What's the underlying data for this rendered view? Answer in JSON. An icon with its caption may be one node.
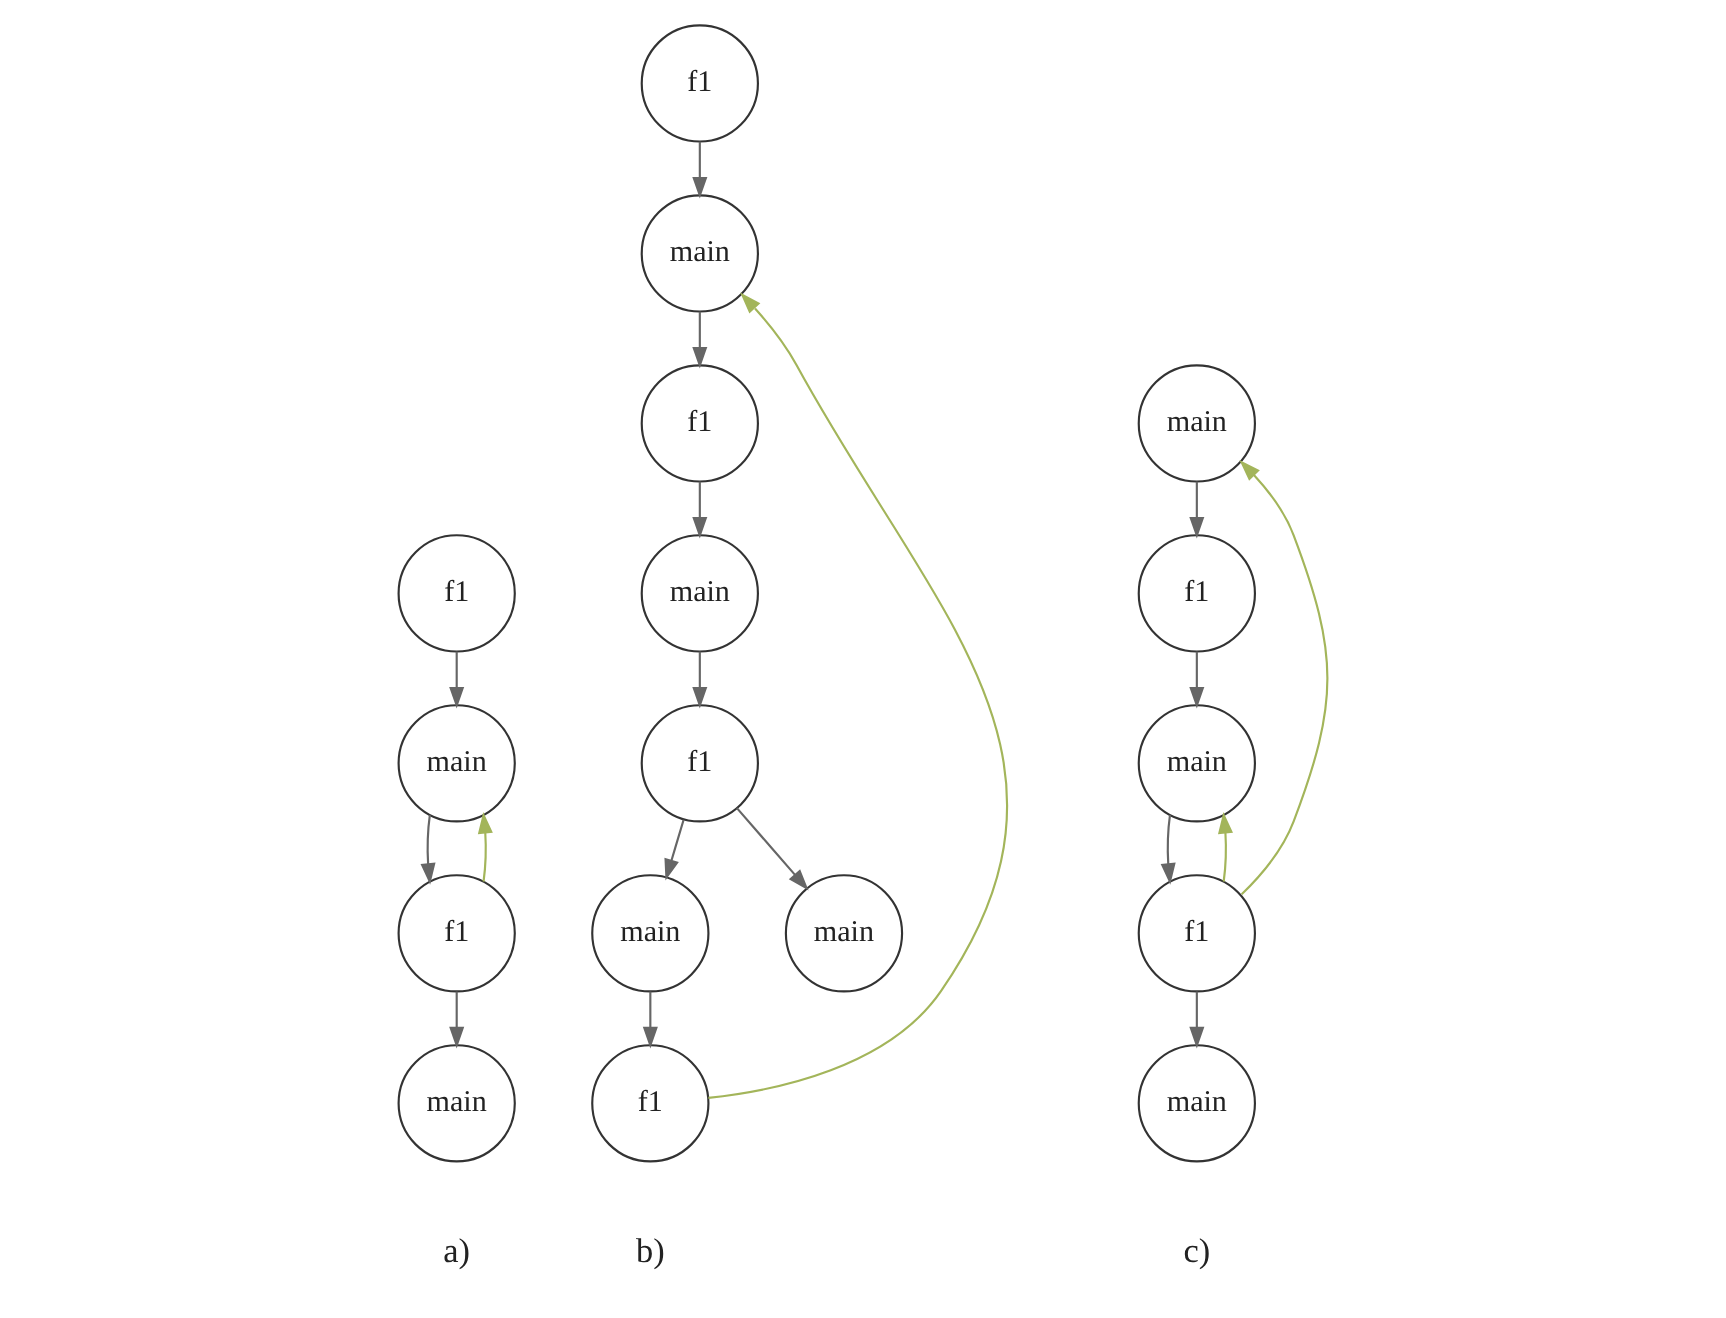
{
  "diagram": {
    "nodes": [
      {
        "text": [
          "f1"
        ]
      },
      {
        "text": [
          "main"
        ]
      },
      {
        "text": [
          "f1"
        ]
      },
      {
        "text": [
          "main"
        ]
      },
      {
        "text": [
          "f1"
        ]
      },
      {
        "text": [
          "main"
        ]
      },
      {
        "text": [
          "f1"
        ]
      },
      {
        "text": [
          "main"
        ]
      },
      {
        "text": [
          "f1"
        ]
      },
      {
        "text": [
          "main"
        ]
      },
      {
        "text": [
          "main"
        ]
      },
      {
        "text": [
          "f1"
        ]
      },
      {
        "text": [
          "main"
        ]
      },
      {
        "text": [
          "f1"
        ]
      },
      {
        "text": [
          "main"
        ]
      },
      {
        "text": [
          "f1"
        ]
      },
      {
        "text": [
          "main"
        ]
      }
    ],
    "edges": [
      {
        "from": 0,
        "to": 1,
        "arrow": "to"
      },
      {
        "from": 1,
        "to": 2,
        "arrow": "to"
      },
      {
        "from": 2,
        "to": 3,
        "arrow": "to"
      },
      {
        "from": 2,
        "to": 1,
        "arrow": "to",
        "color": "#a3b55a"
      },
      {
        "from": 4,
        "to": 5,
        "arrow": "to"
      },
      {
        "from": 5,
        "to": 6,
        "arrow": "to"
      },
      {
        "from": 6,
        "to": 7,
        "arrow": "to"
      },
      {
        "from": 7,
        "to": 8,
        "arrow": "to"
      },
      {
        "from": 8,
        "to": 9,
        "arrow": "to"
      },
      {
        "from": 8,
        "to": 10,
        "arrow": "to"
      },
      {
        "from": 9,
        "to": 11,
        "arrow": "to"
      },
      {
        "from": 11,
        "to": 5,
        "arrow": "to",
        "color": "#a3b55a"
      },
      {
        "from": 12,
        "to": 13,
        "arrow": "to"
      },
      {
        "from": 13,
        "to": 14,
        "arrow": "to"
      },
      {
        "from": 14,
        "to": 15,
        "arrow": "to"
      },
      {
        "from": 15,
        "to": 16,
        "arrow": "to"
      },
      {
        "from": 15,
        "to": 14,
        "arrow": "to",
        "color": "#a3b55a"
      },
      {
        "from": 15,
        "to": 12,
        "arrow": "to",
        "color": "#a3b55a"
      }
    ],
    "labels": [
      "a)",
      "b)",
      "c)"
    ]
  }
}
